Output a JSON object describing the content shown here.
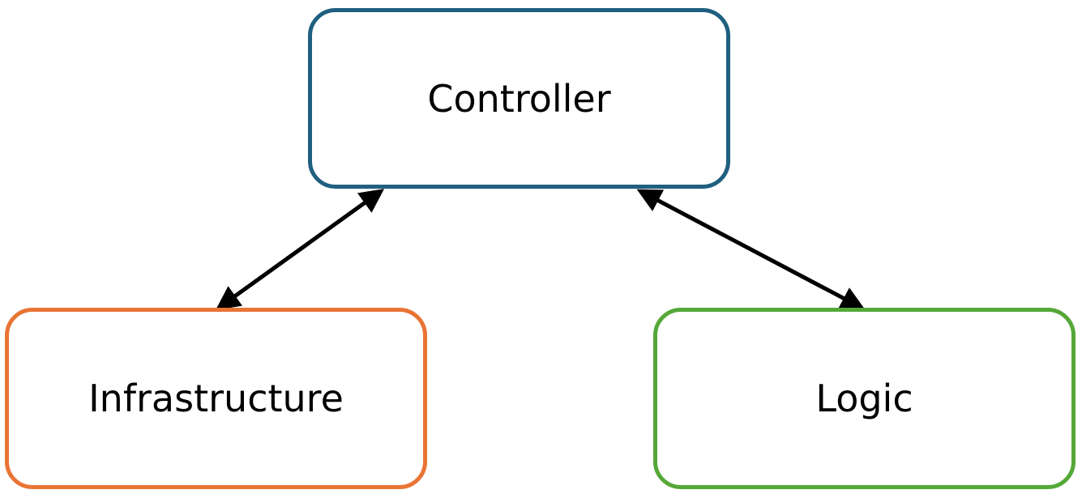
{
  "diagram": {
    "nodes": {
      "controller": {
        "label": "Controller",
        "color": "#1f5f80"
      },
      "infrastructure": {
        "label": "Infrastructure",
        "color": "#e87434"
      },
      "logic": {
        "label": "Logic",
        "color": "#55a838"
      }
    },
    "edges": [
      {
        "from": "controller",
        "to": "infrastructure",
        "direction": "bidirectional",
        "color": "#000000"
      },
      {
        "from": "controller",
        "to": "logic",
        "direction": "bidirectional",
        "color": "#000000"
      }
    ]
  }
}
